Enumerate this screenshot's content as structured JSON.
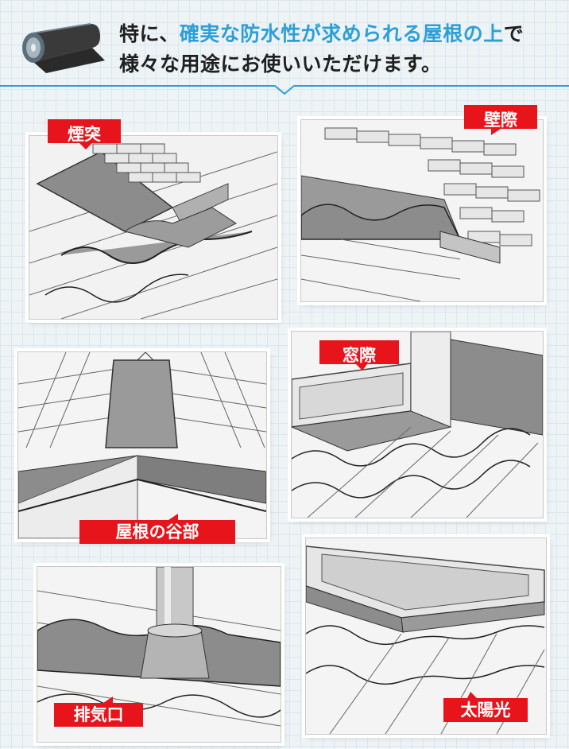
{
  "header": {
    "line1_pre": "特に、",
    "line1_highlight": "確実な防水性が求められる屋根の上",
    "line1_post": "で",
    "line2": "様々な用途にお使いいただけます。"
  },
  "labels": {
    "chimney": "煙突",
    "wall": "壁際",
    "window": "窓際",
    "valley": "屋根の谷部",
    "vent": "排気口",
    "solar": "太陽光"
  },
  "colors": {
    "label_red": "#e8141b",
    "highlight_blue": "#2c9fd8",
    "membrane_gray": "#8c8c8c"
  }
}
